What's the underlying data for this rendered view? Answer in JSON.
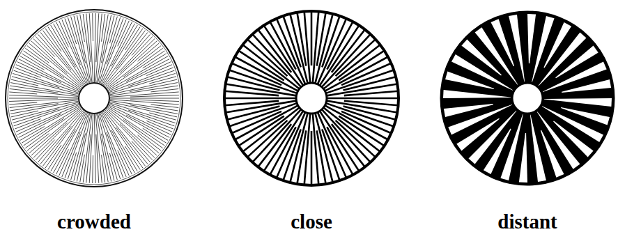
{
  "diagram": {
    "labels": [
      "crowded",
      "close",
      "distant"
    ]
  }
}
